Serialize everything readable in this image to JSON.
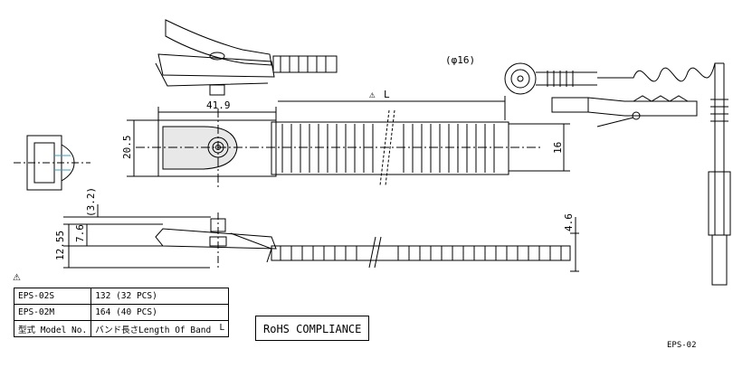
{
  "dimensions": {
    "length_label": "L",
    "width_overall": "41.9",
    "height_snap": "20.5",
    "band_width": "16",
    "diameter": "(φ16)",
    "height_total": "12.55",
    "height_cap": "7.6",
    "height_top": "(3.2)",
    "band_thickness": "4.6"
  },
  "table": {
    "marker": "⚠",
    "rows": [
      {
        "model": "EPS-02S",
        "length": "132  (32  PCS)"
      },
      {
        "model": "EPS-02M",
        "length": "164  (40  PCS)"
      }
    ],
    "header": {
      "model": "型式 Model No.",
      "length": "バンド長さLength Of Band",
      "unit": "L"
    }
  },
  "rohs": "RoHS  COMPLIANCE",
  "drawing_code": "EPS-02"
}
